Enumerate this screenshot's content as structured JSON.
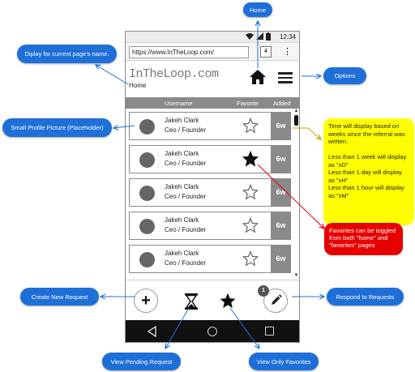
{
  "status_bar": {
    "time": "12:34"
  },
  "browser": {
    "url": "https://www.InTheLoop.com/",
    "tab_count": "4",
    "menu_glyph": "⋮"
  },
  "app": {
    "title": "InTheLoop.com",
    "page_name": "Home"
  },
  "list_header": {
    "username": "Username",
    "favorite": "Favorite",
    "added": "Added"
  },
  "rows": [
    {
      "name": "Jakeh Clark",
      "title": "Ceo / Founder",
      "favorite": false,
      "added": "6w"
    },
    {
      "name": "Jakeh Clark",
      "title": "Ceo / Founder",
      "favorite": true,
      "added": "6w"
    },
    {
      "name": "Jakeh Clark",
      "title": "Ceo / Founder",
      "favorite": false,
      "added": "6w"
    },
    {
      "name": "Jakeh Clark",
      "title": "Ceo / Founder",
      "favorite": false,
      "added": "6w"
    },
    {
      "name": "Jakeh Clark",
      "title": "Ceo / Founder",
      "favorite": false,
      "added": "6w"
    }
  ],
  "bottom_bar": {
    "notification_count": "1"
  },
  "annotations": {
    "home": "Home",
    "page_name": "Diplay for current page's name.",
    "options": "Options",
    "profile_picture": "Small Profile Picture (Placeholder)",
    "time_note": "Time will display based on weeks since the referral was written.\n\nLess than 1 week will display as \"xD\"\nLess than 1 day will display as \"xH\"\nLess than 1 hour will display as \"xM\"",
    "favorites_note": "Favorites can be toggled from both \"home\" and \"favorites\" pages",
    "create_request": "Create New Request",
    "respond_requests": "Respond to Requests",
    "pending_request": "View Pending Request",
    "only_favorites": "View Only Favorites"
  },
  "colors": {
    "annotation_blue": "#1f6fd9",
    "note_yellow": "#ffff00",
    "note_red": "#e60000",
    "header_gray": "#8a8a8a"
  }
}
